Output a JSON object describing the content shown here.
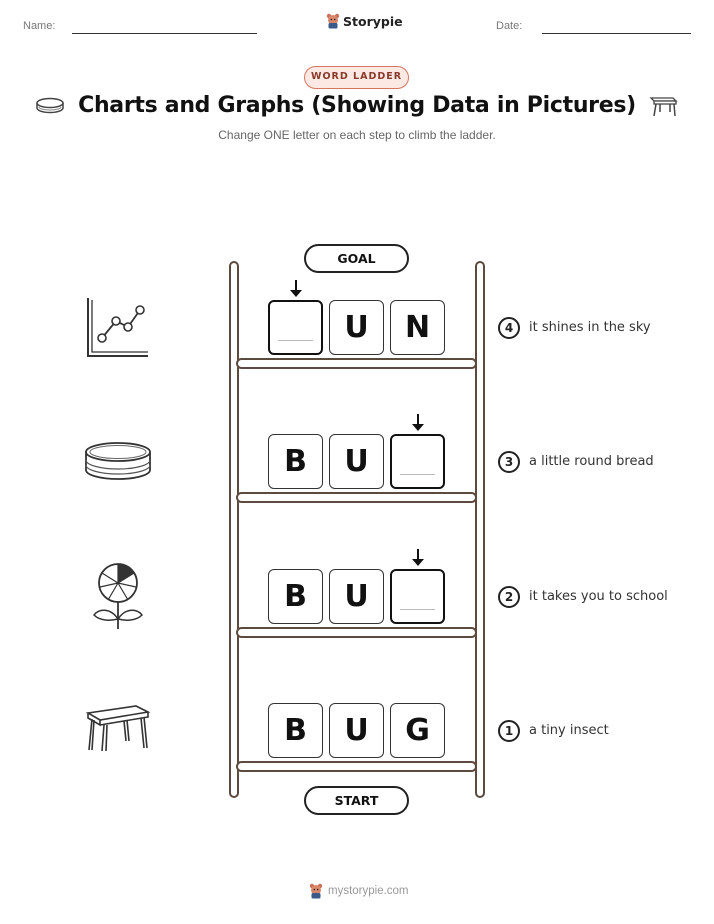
{
  "header": {
    "name_label": "Name:",
    "date_label": "Date:",
    "brand": "Storypie"
  },
  "badge": "WORD LADDER",
  "title": "Charts and Graphs (Showing Data in Pictures)",
  "subtitle": "Change ONE letter on each step to climb the ladder.",
  "ladder": {
    "goal_label": "GOAL",
    "start_label": "START",
    "steps": [
      {
        "number": "4",
        "clue": "it shines in the sky",
        "letters": [
          "",
          "U",
          "N"
        ],
        "changed_index": 0,
        "icon": "line-chart-icon"
      },
      {
        "number": "3",
        "clue": "a little round bread",
        "letters": [
          "B",
          "U",
          ""
        ],
        "changed_index": 2,
        "icon": "ring-icon"
      },
      {
        "number": "2",
        "clue": "it takes you to school",
        "letters": [
          "B",
          "U",
          ""
        ],
        "changed_index": 2,
        "icon": "pie-flower-icon"
      },
      {
        "number": "1",
        "clue": "a tiny insect",
        "letters": [
          "B",
          "U",
          "G"
        ],
        "changed_index": null,
        "icon": "stool-icon"
      }
    ]
  },
  "corner_icons": [
    "ring-icon",
    "stool-icon"
  ],
  "footer": {
    "site": "mystorypie.com"
  }
}
